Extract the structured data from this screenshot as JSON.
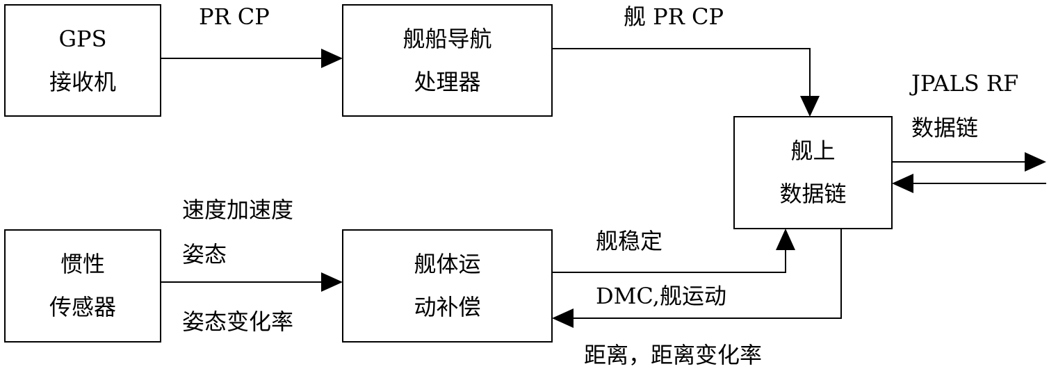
{
  "blocks": {
    "gps": {
      "line1": "GPS",
      "line2": "接收机"
    },
    "nav": {
      "line1": "舰船导航",
      "line2": "处理器"
    },
    "datalink": {
      "line1": "舰上",
      "line2": "数据链"
    },
    "ins": {
      "line1": "惯性",
      "line2": "传感器"
    },
    "comp": {
      "line1": "舰体运",
      "line2": "动补偿"
    }
  },
  "labels": {
    "gps_to_nav": "PR CP",
    "nav_to_datalink": "舰 PR CP",
    "rf_line1": "JPALS RF",
    "rf_line2": "数据链",
    "ins_line1": "速度加速度",
    "ins_line2": "姿态",
    "ins_line3": "姿态变化率",
    "comp_to_datalink": "舰稳定",
    "datalink_to_comp": "DMC,舰运动",
    "range": "距离，距离变化率"
  }
}
